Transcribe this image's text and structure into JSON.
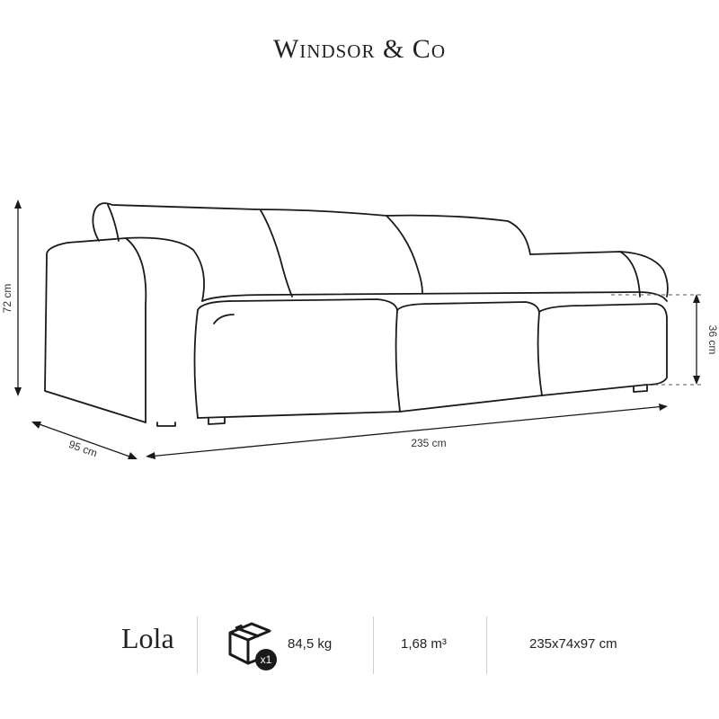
{
  "brand": "Windsor & Co",
  "dimensions": {
    "height_total": "72 cm",
    "depth": "95 cm",
    "width": "235 cm",
    "seat_height": "36 cm"
  },
  "product": {
    "name": "Lola",
    "package_count": "x1",
    "weight": "84,5 kg",
    "volume": "1,68 m³",
    "package_size": "235x74x97 cm"
  },
  "icons": [
    "package-box-icon"
  ]
}
